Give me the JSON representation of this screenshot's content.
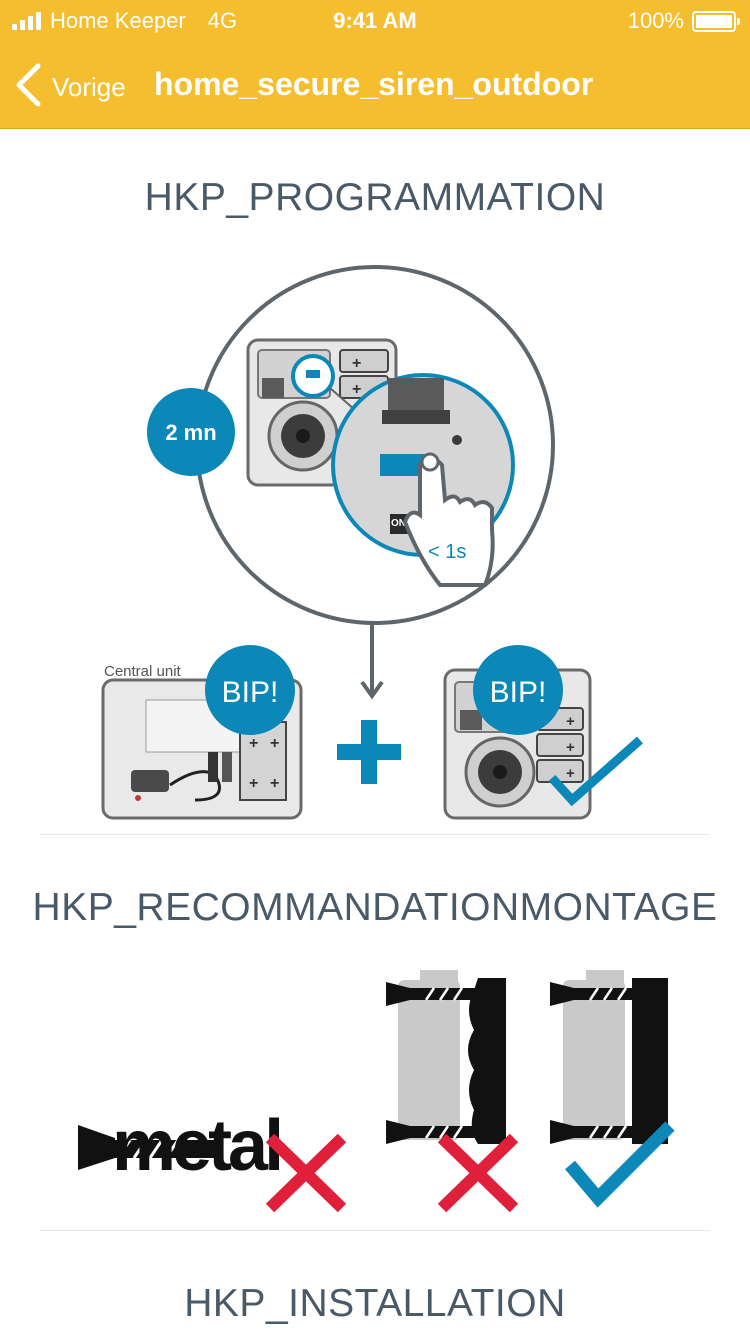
{
  "status_bar": {
    "carrier": "Home Keeper",
    "network": "4G",
    "time": "9:41 AM",
    "battery": "100%"
  },
  "nav": {
    "back_label": "Vorige",
    "title": "home_secure_siren_outdoor"
  },
  "sections": [
    {
      "title": "HKP_PROGRAMMATION",
      "illustration": {
        "timer_badge": "2 mn",
        "press_duration": "< 1s",
        "switch_label": "ON",
        "central_unit_label": "Central unit",
        "beep_left": "BIP!",
        "beep_right": "BIP!"
      }
    },
    {
      "title": "HKP_RECOMMANDATIONMONTAGE",
      "illustration": {
        "metal_word": "metal"
      }
    },
    {
      "title": "HKP_INSTALLATION"
    }
  ],
  "colors": {
    "header": "#F5BE2E",
    "accent_blue": "#0B87B8",
    "title_text": "#4a5967",
    "wrong_red": "#E0203A",
    "dark_gray": "#5f666b"
  }
}
